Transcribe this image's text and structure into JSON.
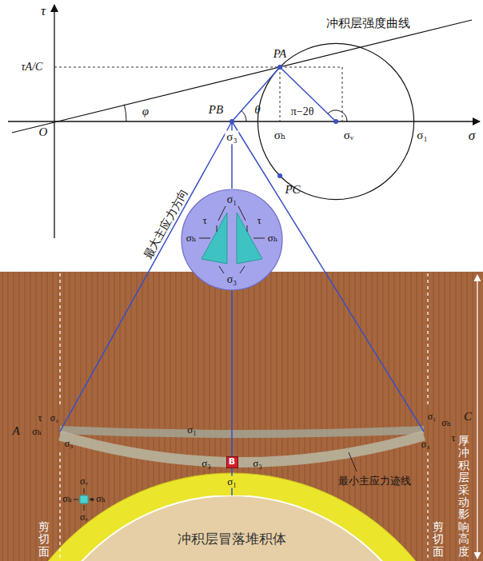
{
  "diagram": {
    "nodes": [
      {
        "text": [
          "σ₁",
          "τ",
          "τ",
          "σₕ",
          "σₕ",
          "σ₃"
        ]
      },
      {
        "text": [
          "B"
        ]
      },
      {
        "text": [
          "冲积层冒落堆积体"
        ]
      }
    ],
    "edges": [
      {
        "from": 0,
        "to": 1,
        "arrow": "none"
      },
      {
        "from": 1,
        "to": 2,
        "arrow": "none",
        "label": "σ₁"
      }
    ],
    "labels": [
      "τ",
      "σ",
      "O",
      "冲积层强度曲线",
      "τA/C",
      "PA",
      "φ",
      "PB",
      "θ",
      "π−2θ",
      "σ₃",
      "σₕ",
      "σᵥ",
      "σ₁",
      "PC",
      "最大主应力方向",
      "A",
      "τ",
      "σ₁",
      "σₕ",
      "σ₃",
      "C",
      "σ₁",
      "σₕ",
      "τ",
      "σ₃",
      "σ₁",
      "σ₃",
      "σ₃",
      "最小主应力迹线",
      "σᵥ",
      "σₕ",
      "σₕ",
      "σᵥ",
      "剪切面",
      "剪切面",
      "厚冲积层采动影响高度"
    ]
  }
}
